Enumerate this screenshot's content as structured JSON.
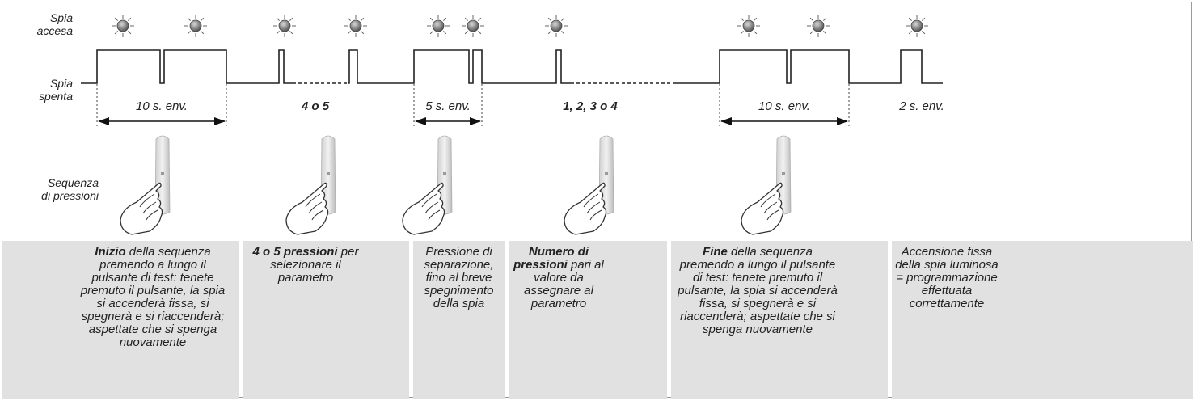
{
  "labels": {
    "lit": "Spia\naccesa",
    "off": "Spia\nspenta",
    "presses": "Sequenza\ndi pressioni"
  },
  "durations": [
    "10 s. env.",
    "4 o 5",
    "5 s. env.",
    "1, 2, 3 o 4",
    "10 s. env.",
    "2 s. env."
  ],
  "steps": [
    {
      "lead": "Inizio",
      "text": " della sequenza premendo a lungo il pulsante di test: tenete premuto il pulsante, la spia si accenderà fissa, si spegnerà e si riaccenderà; aspettate che si spenga nuovamente"
    },
    {
      "lead": "4 o 5 pressioni",
      "text": " per selezionare il parametro"
    },
    {
      "lead": "",
      "text": "Pressione di separazione, fino al breve spegnimento della spia"
    },
    {
      "lead": "Numero di pressioni",
      "text": " pari al valore da assegnare al parametro"
    },
    {
      "lead": "Fine",
      "text": " della sequenza premendo a lungo il pulsante di test: tenete premuto il pulsante, la spia si accenderà fissa, si spegnerà e si riaccenderà; aspettate che si spenga nuovamente"
    },
    {
      "lead": "",
      "text": "Accensione fissa della spia luminosa = programmazione effettuata correttamente"
    }
  ],
  "colors": {
    "panel": "#e1e1e1",
    "line": "#222222",
    "led": "#8a8a8a"
  }
}
